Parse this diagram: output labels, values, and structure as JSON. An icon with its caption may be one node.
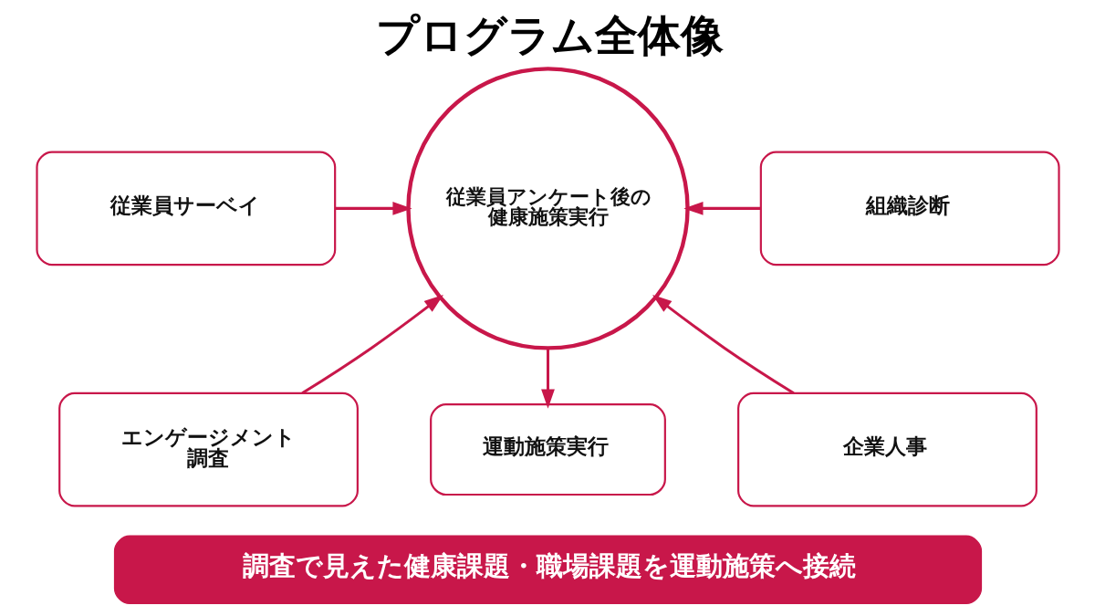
{
  "diagram": {
    "title": "プログラム全体像",
    "nodes": [
      {
        "text": [
          "従業員サーベイ"
        ]
      },
      {
        "text": [
          "従業員アンケート後の健康施策実行"
        ]
      },
      {
        "text": [
          "組織診断"
        ]
      },
      {
        "text": [
          "エンゲージメント調査"
        ]
      },
      {
        "text": [
          "企業人事"
        ]
      },
      {
        "text": [
          "運動施策実行"
        ]
      },
      {
        "text": [
          "調査で見えた健康課題・職場課題を運動施策へ接続"
        ]
      }
    ],
    "edges": [
      {
        "from": 0,
        "to": 1,
        "arrow": "to"
      },
      {
        "from": 2,
        "to": 1,
        "arrow": "to"
      },
      {
        "from": 3,
        "to": 1,
        "arrow": "to"
      },
      {
        "from": 4,
        "to": 1,
        "arrow": "to"
      },
      {
        "from": 1,
        "to": 5,
        "arrow": "to"
      }
    ]
  }
}
